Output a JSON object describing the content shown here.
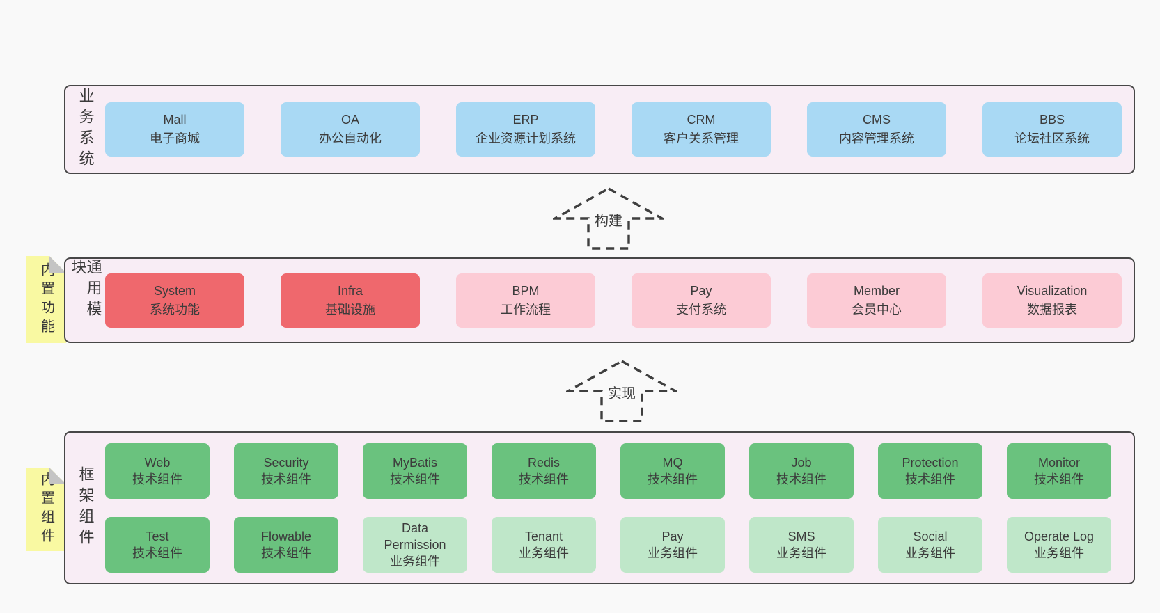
{
  "colors": {
    "page_bg": "#f9f9f9",
    "band_bg": "#f8edf5",
    "band_border": "#474747",
    "blue_box": "#a9d9f4",
    "red_box": "#ef686d",
    "pink_box": "#fccbd5",
    "green_box": "#6ac27e",
    "light_green_box": "#bfe7c9",
    "sticky_yellow": "#f9f9a2",
    "sticky_fold_gray": "#c4c4c4",
    "text": "#3c3c3c"
  },
  "bands": {
    "business": {
      "label": "业务系统",
      "items": [
        {
          "title": "Mall",
          "subtitle": "电子商城"
        },
        {
          "title": "OA",
          "subtitle": "办公自动化"
        },
        {
          "title": "ERP",
          "subtitle": "企业资源计划系统"
        },
        {
          "title": "CRM",
          "subtitle": "客户关系管理"
        },
        {
          "title": "CMS",
          "subtitle": "内容管理系统"
        },
        {
          "title": "BBS",
          "subtitle": "论坛社区系统"
        }
      ]
    },
    "modules": {
      "label": "通用模块",
      "sticky": "内置功能",
      "items": [
        {
          "title": "System",
          "subtitle": "系统功能"
        },
        {
          "title": "Infra",
          "subtitle": "基础设施"
        },
        {
          "title": "BPM",
          "subtitle": "工作流程"
        },
        {
          "title": "Pay",
          "subtitle": "支付系统"
        },
        {
          "title": "Member",
          "subtitle": "会员中心"
        },
        {
          "title": "Visualization",
          "subtitle": "数据报表"
        }
      ]
    },
    "components": {
      "label": "框架组件",
      "sticky": "内置组件",
      "row1": [
        {
          "title": "Web",
          "subtitle": "技术组件"
        },
        {
          "title": "Security",
          "subtitle": "技术组件"
        },
        {
          "title": "MyBatis",
          "subtitle": "技术组件"
        },
        {
          "title": "Redis",
          "subtitle": "技术组件"
        },
        {
          "title": "MQ",
          "subtitle": "技术组件"
        },
        {
          "title": "Job",
          "subtitle": "技术组件"
        },
        {
          "title": "Protection",
          "subtitle": "技术组件"
        },
        {
          "title": "Monitor",
          "subtitle": "技术组件"
        }
      ],
      "row2": [
        {
          "title": "Test",
          "subtitle": "技术组件"
        },
        {
          "title": "Flowable",
          "subtitle": "技术组件"
        },
        {
          "title": "Data Permission",
          "subtitle": "业务组件"
        },
        {
          "title": "Tenant",
          "subtitle": "业务组件"
        },
        {
          "title": "Pay",
          "subtitle": "业务组件"
        },
        {
          "title": "SMS",
          "subtitle": "业务组件"
        },
        {
          "title": "Social",
          "subtitle": "业务组件"
        },
        {
          "title": "Operate Log",
          "subtitle": "业务组件"
        }
      ]
    }
  },
  "arrows": {
    "build": {
      "label": "构建"
    },
    "implement": {
      "label": "实现"
    }
  }
}
